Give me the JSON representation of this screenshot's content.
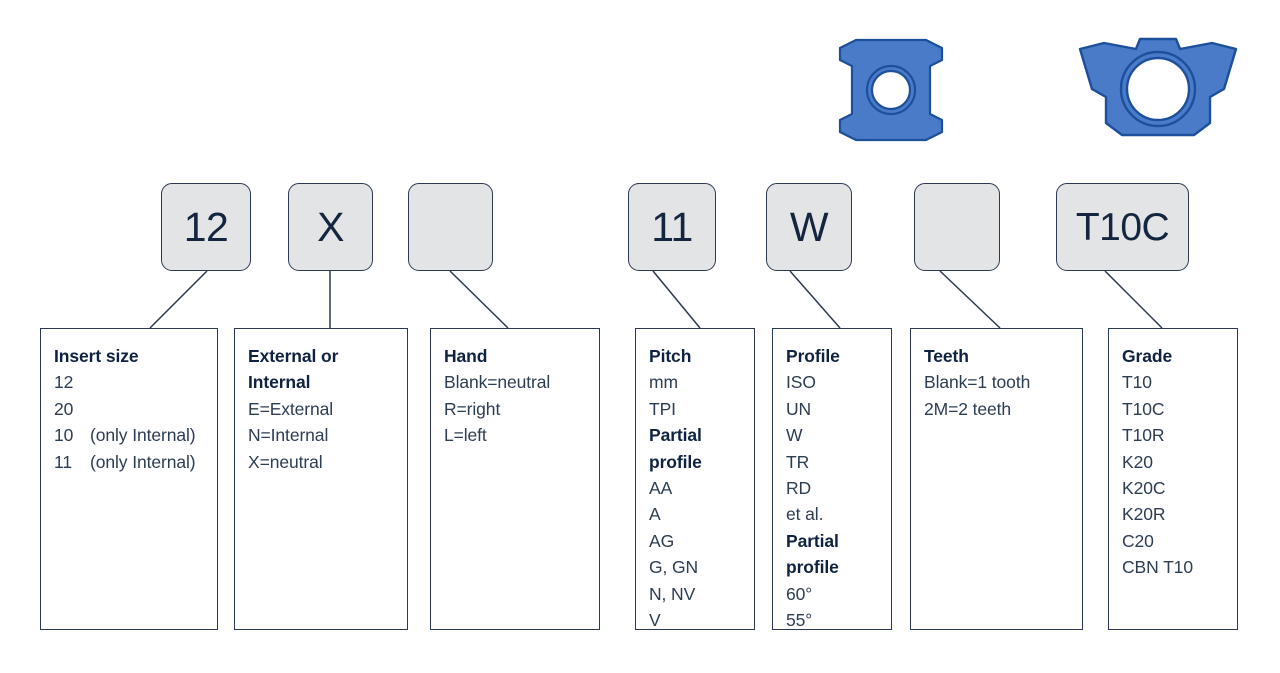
{
  "diagram": {
    "title": "Threading insert designation code",
    "colors": {
      "insert_fill": "#4a7bc8",
      "insert_stroke": "#1c4f9c",
      "chip_fill": "#e3e4e6",
      "line": "#2b3a52",
      "heading_text": "#0f2340",
      "body_text": "#2d3d52"
    },
    "illustrations": [
      {
        "name": "insert-square-illustration",
        "label": "square threading insert with centre hole"
      },
      {
        "name": "insert-winged-illustration",
        "label": "winged threading insert with large centre hole"
      }
    ]
  },
  "code_chips": [
    {
      "name": "chip-insert-size",
      "value": "12"
    },
    {
      "name": "chip-external-internal",
      "value": "X"
    },
    {
      "name": "chip-hand",
      "value": ""
    },
    {
      "name": "chip-pitch",
      "value": "11"
    },
    {
      "name": "chip-profile",
      "value": "W"
    },
    {
      "name": "chip-teeth",
      "value": ""
    },
    {
      "name": "chip-grade",
      "value": "T10C"
    }
  ],
  "legend_boxes": [
    {
      "name": "legend-insert-size",
      "title": "Insert size",
      "items": [
        {
          "lead": "12",
          "note": ""
        },
        {
          "lead": "20",
          "note": ""
        },
        {
          "lead": "10",
          "note": "(only Internal)"
        },
        {
          "lead": "11",
          "note": "(only Internal)"
        }
      ]
    },
    {
      "name": "legend-external-internal",
      "title": "External or\nInternal",
      "items": [
        {
          "lead": "E=External",
          "note": ""
        },
        {
          "lead": "N=Internal",
          "note": ""
        },
        {
          "lead": "X=neutral",
          "note": ""
        }
      ]
    },
    {
      "name": "legend-hand",
      "title": "Hand",
      "items": [
        {
          "lead": "Blank=neutral",
          "note": ""
        },
        {
          "lead": "R=right",
          "note": ""
        },
        {
          "lead": "L=left",
          "note": ""
        }
      ]
    },
    {
      "name": "legend-pitch",
      "title": "Pitch",
      "items": [
        {
          "lead": "mm",
          "note": ""
        },
        {
          "lead": "TPI",
          "note": ""
        },
        {
          "lead": "Partial",
          "note": "",
          "bold": true
        },
        {
          "lead": "profile",
          "note": "",
          "bold": true
        },
        {
          "lead": "AA",
          "note": ""
        },
        {
          "lead": "A",
          "note": ""
        },
        {
          "lead": "AG",
          "note": ""
        },
        {
          "lead": "G, GN",
          "note": ""
        },
        {
          "lead": "N, NV",
          "note": ""
        },
        {
          "lead": "V",
          "note": ""
        }
      ]
    },
    {
      "name": "legend-profile",
      "title": "Profile",
      "items": [
        {
          "lead": "ISO",
          "note": ""
        },
        {
          "lead": "UN",
          "note": ""
        },
        {
          "lead": "W",
          "note": ""
        },
        {
          "lead": "TR",
          "note": ""
        },
        {
          "lead": "RD",
          "note": ""
        },
        {
          "lead": "et al.",
          "note": ""
        },
        {
          "lead": "Partial",
          "note": "",
          "bold": true
        },
        {
          "lead": "profile",
          "note": "",
          "bold": true
        },
        {
          "lead": "60°",
          "note": ""
        },
        {
          "lead": "55°",
          "note": ""
        }
      ]
    },
    {
      "name": "legend-teeth",
      "title": "Teeth",
      "items": [
        {
          "lead": "Blank=1 tooth",
          "note": ""
        },
        {
          "lead": "2M=2 teeth",
          "note": ""
        }
      ]
    },
    {
      "name": "legend-grade",
      "title": "Grade",
      "items": [
        {
          "lead": "T10",
          "note": ""
        },
        {
          "lead": "T10C",
          "note": ""
        },
        {
          "lead": "T10R",
          "note": ""
        },
        {
          "lead": "K20",
          "note": ""
        },
        {
          "lead": "K20C",
          "note": ""
        },
        {
          "lead": "K20R",
          "note": ""
        },
        {
          "lead": "C20",
          "note": ""
        },
        {
          "lead": "CBN T10",
          "note": ""
        }
      ]
    }
  ]
}
